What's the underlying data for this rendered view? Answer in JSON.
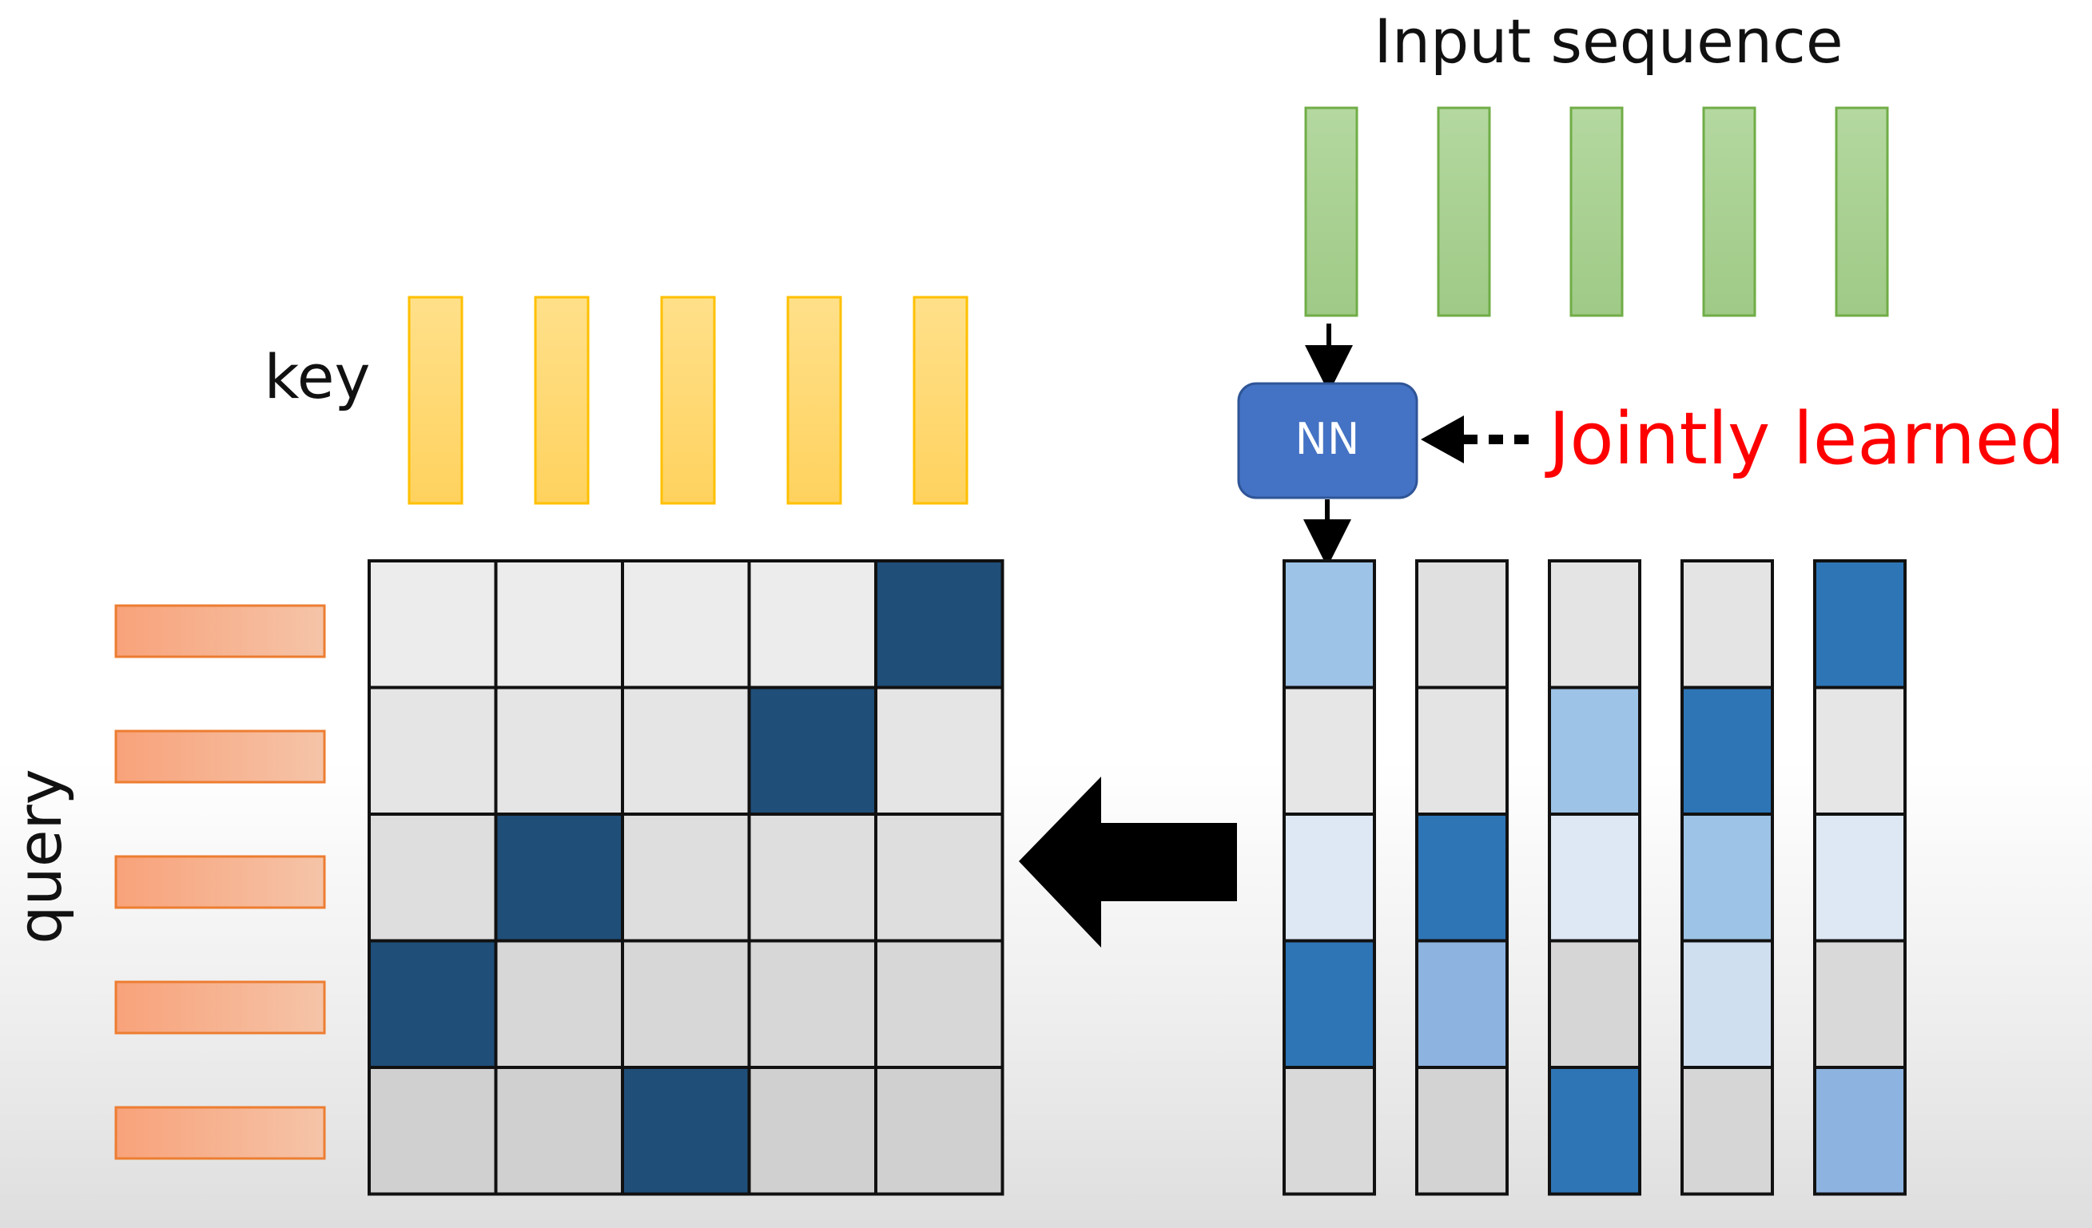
{
  "labels": {
    "input_sequence": "Input sequence",
    "key": "key",
    "query": "query",
    "nn": "NN",
    "jointly_learned": "Jointly learned"
  },
  "colors": {
    "input_fill": "#a9d18e",
    "input_stroke": "#70ad47",
    "key_fill": "#ffd966",
    "key_stroke": "#ffc000",
    "query_fill": "#f4b183",
    "query_stroke": "#ed7d31",
    "nn_fill": "#4472c4",
    "nn_stroke": "#2f5597",
    "jointly_learned_text": "#ff0000",
    "attention_on": "#1f4e79",
    "grid_off": "#e8e8e8",
    "arrow": "#000000"
  },
  "diagram": {
    "input_vector_count": 5,
    "key_count": 5,
    "query_count": 5,
    "attention_matrix": [
      [
        0,
        0,
        0,
        0,
        1
      ],
      [
        0,
        0,
        0,
        1,
        0
      ],
      [
        0,
        1,
        0,
        0,
        0
      ],
      [
        1,
        0,
        0,
        0,
        0
      ],
      [
        0,
        0,
        1,
        0,
        0
      ]
    ],
    "nn_output_columns": [
      [
        "#9dc3e6",
        "#e6e6e6",
        "#dde8f4",
        "#2e75b6",
        "#d9d9d9"
      ],
      [
        "#e0e0e0",
        "#e4e4e4",
        "#2e75b6",
        "#8db3e0",
        "#d3d3d3"
      ],
      [
        "#e4e4e4",
        "#9dc3e6",
        "#dde8f4",
        "#d6d6d6",
        "#2e75b6"
      ],
      [
        "#e4e4e4",
        "#2e75b6",
        "#9dc3e6",
        "#cfdff0",
        "#d6d6d6"
      ],
      [
        "#2e75b6",
        "#e6e6e6",
        "#dde8f4",
        "#d9d9d9",
        "#8db3e0"
      ]
    ]
  }
}
